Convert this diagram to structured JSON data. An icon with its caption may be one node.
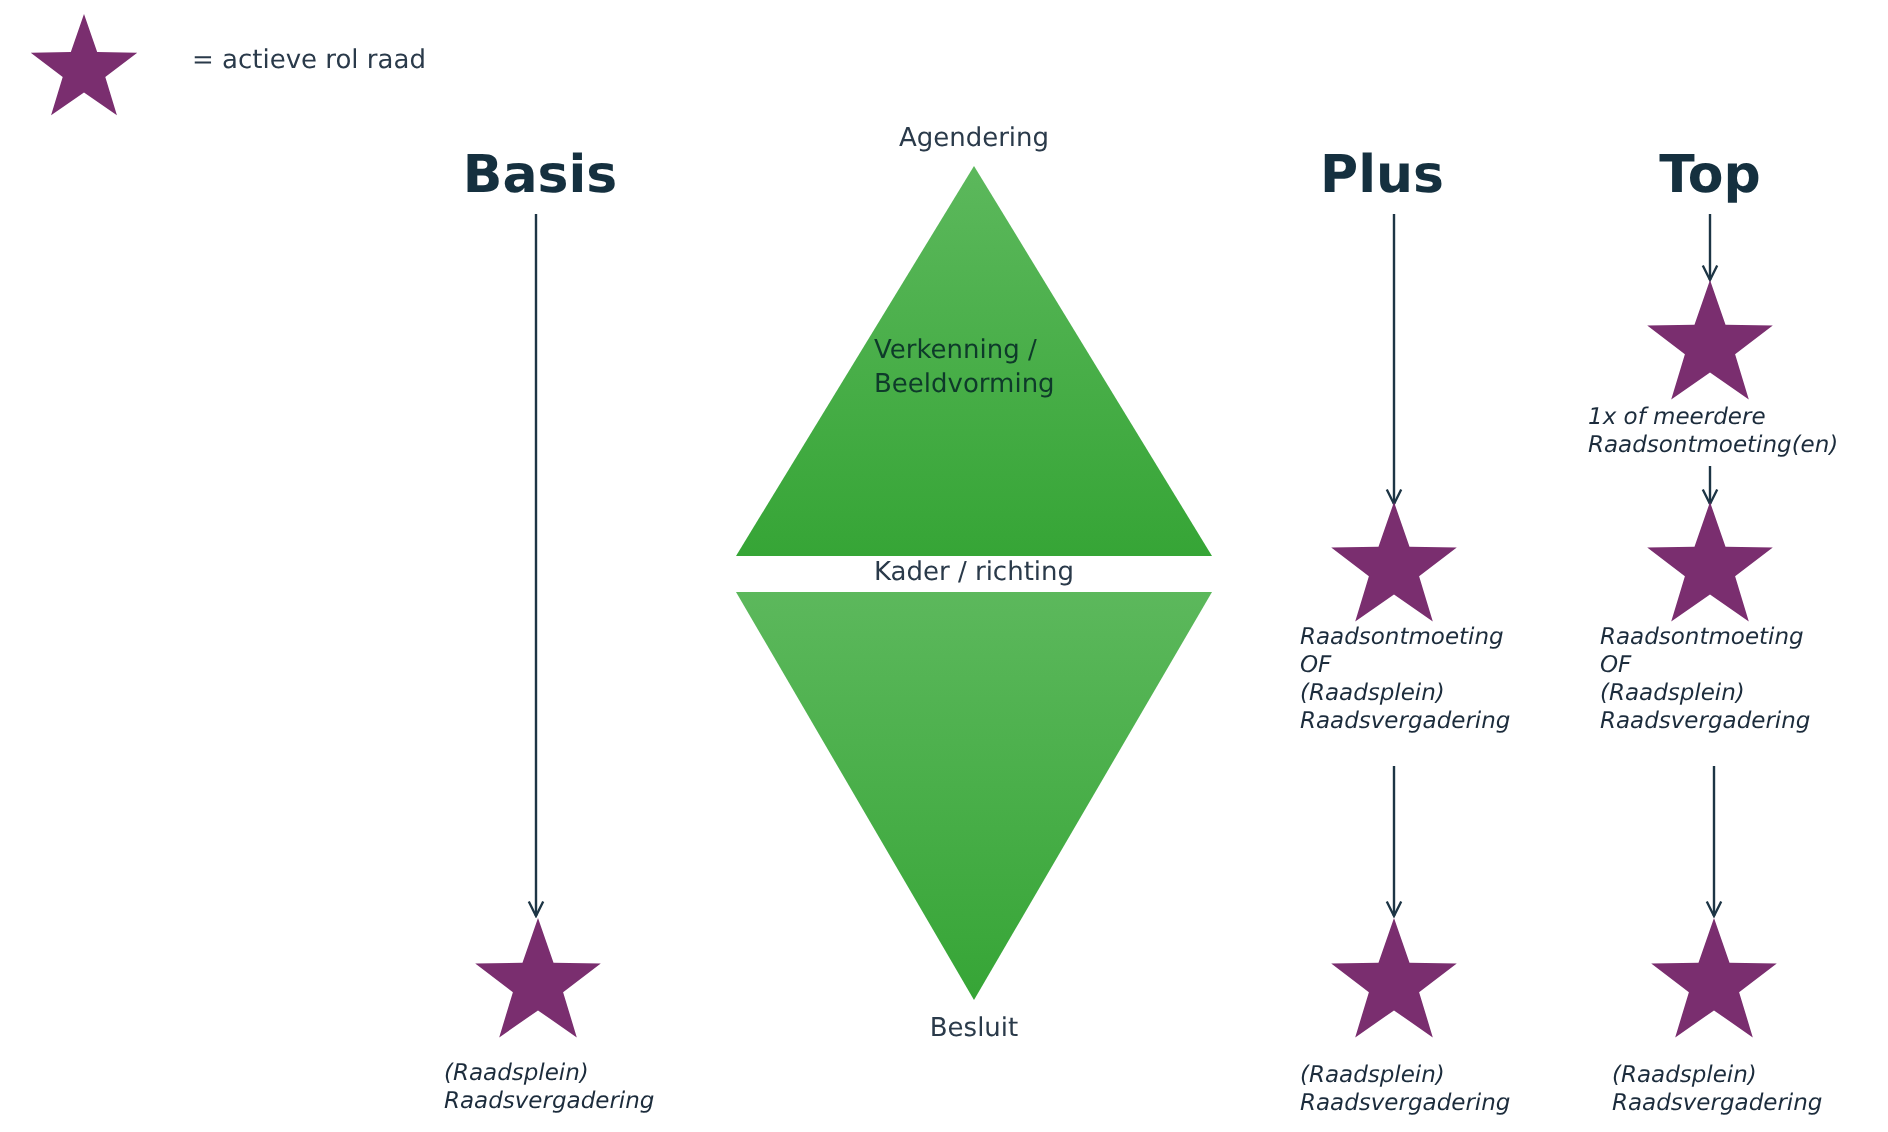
{
  "diagram": {
    "nodes": [
      {
        "text": [
          "Basis"
        ]
      },
      {
        "text": [],
        "shape": "star",
        "beside": [
          "(Raadsplein) Raadsvergadering"
        ]
      },
      {
        "text": [
          "Verkenning / Beeldvorming"
        ],
        "beside": [
          "Agendering"
        ]
      },
      {
        "text": [],
        "shape": "triangle",
        "beside": [
          "Besluit"
        ]
      },
      {
        "text": [
          "Plus"
        ]
      },
      {
        "text": [],
        "shape": "star",
        "beside": [
          "Raadsontmoeting OF (Raadsplein) Raadsvergadering"
        ]
      },
      {
        "text": [],
        "shape": "star",
        "beside": [
          "(Raadsplein) Raadsvergadering"
        ]
      },
      {
        "text": [
          "Top"
        ]
      },
      {
        "text": [],
        "shape": "star",
        "beside": [
          "1x of meerdere Raadsontmoeting(en)"
        ]
      },
      {
        "text": [],
        "shape": "star",
        "beside": [
          "Raadsontmoeting OF (Raadsplein) Raadsvergadering"
        ]
      },
      {
        "text": [],
        "shape": "star",
        "beside": [
          "(Raadsplein) Raadsvergadering"
        ]
      }
    ],
    "edges": [
      {
        "from": 0,
        "to": 1,
        "arrow": "to"
      },
      {
        "from": 4,
        "to": 5,
        "arrow": "to"
      },
      {
        "from": 5,
        "to": 6,
        "arrow": "to"
      },
      {
        "from": 7,
        "to": 8,
        "arrow": "to"
      },
      {
        "from": 8,
        "to": 9,
        "arrow": "to"
      },
      {
        "from": 9,
        "to": 10,
        "arrow": "to"
      }
    ],
    "labels": [
      "Kader / richting"
    ],
    "legend": [
      {
        "text": "= actieve rol raad"
      }
    ]
  }
}
